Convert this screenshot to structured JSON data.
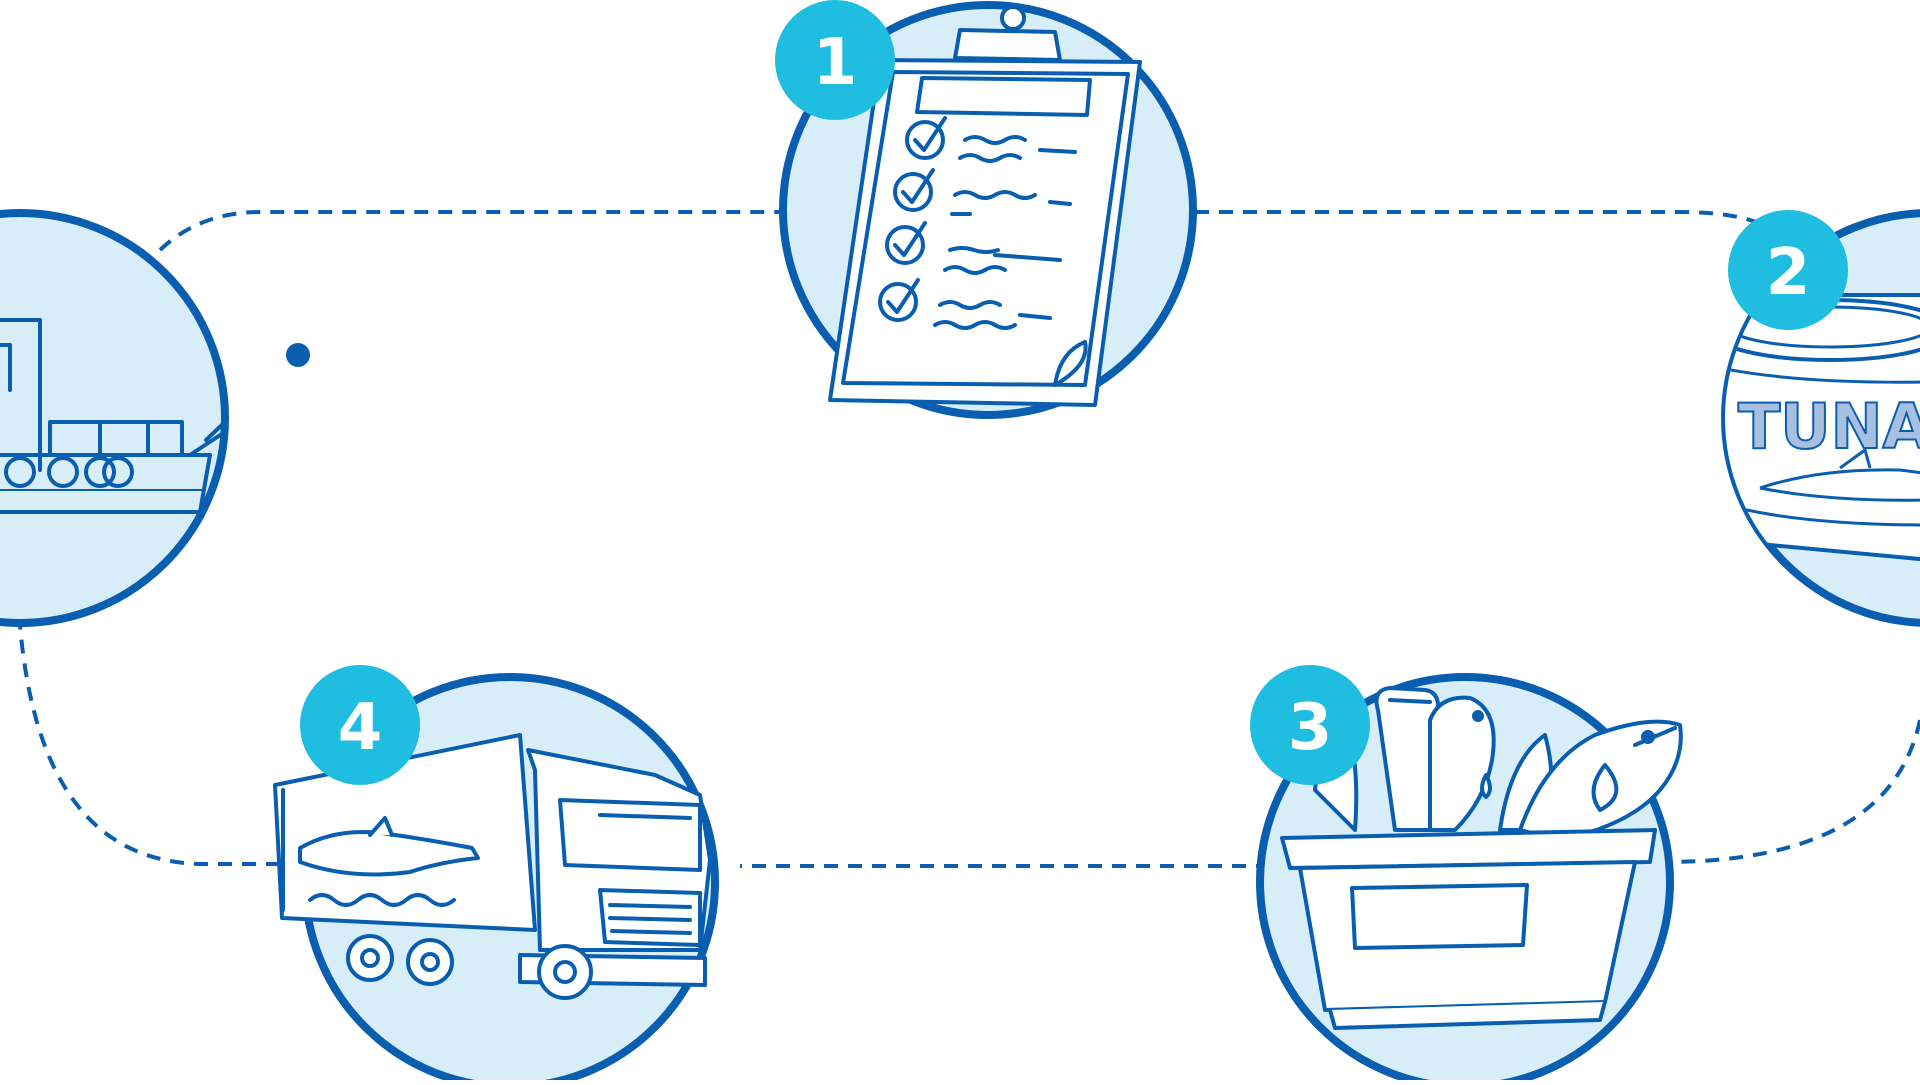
{
  "diagram": {
    "colors": {
      "stroke": "#0a5eb0",
      "circle_fill": "#d7eef9",
      "badge": "#1fbde0",
      "badge_text": "#ffffff",
      "can_text": "#a8bfe0"
    },
    "steps": [
      {
        "number": "1",
        "icon": "clipboard-checklist-icon"
      },
      {
        "number": "2",
        "icon": "tuna-can-icon"
      },
      {
        "number": "3",
        "icon": "fish-crate-icon"
      },
      {
        "number": "4",
        "icon": "refrigerated-truck-icon"
      }
    ],
    "start_icon": "fishing-boat-icon",
    "can_label": "TUNA",
    "connector": "dashed-loop"
  }
}
